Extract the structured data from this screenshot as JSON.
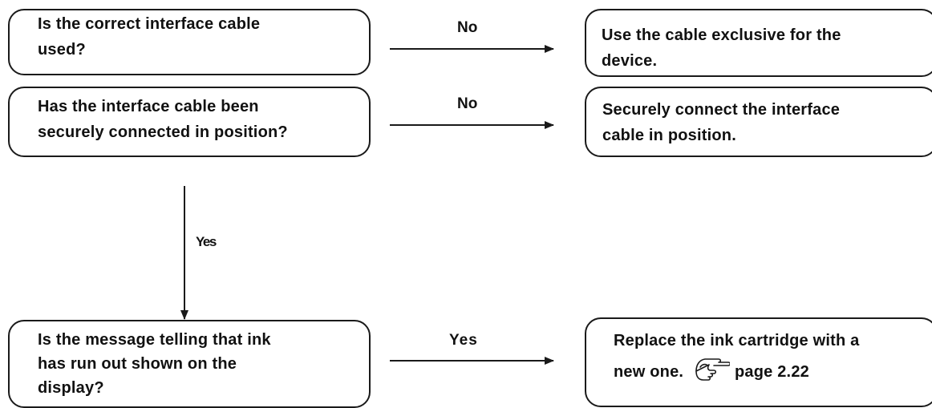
{
  "flow": {
    "q1": {
      "question": [
        "Is the correct interface cable",
        "used?"
      ],
      "no_label": "No",
      "answer": [
        "Use the cable exclusive for the",
        "device."
      ]
    },
    "q2": {
      "question": [
        "Has the interface cable been",
        "securely connected in position?"
      ],
      "no_label": "No",
      "answer": [
        "Securely connect the interface",
        "cable in position."
      ]
    },
    "down_label": "Yes",
    "q3": {
      "question": [
        "Is the message telling that ink",
        "has run out shown on the",
        "display?"
      ],
      "yes_label": "Yes",
      "answer": [
        "Replace the ink cartridge with a",
        "new one."
      ],
      "reference": "page 2.22",
      "reference_icon": "pointing-hand-icon"
    }
  }
}
